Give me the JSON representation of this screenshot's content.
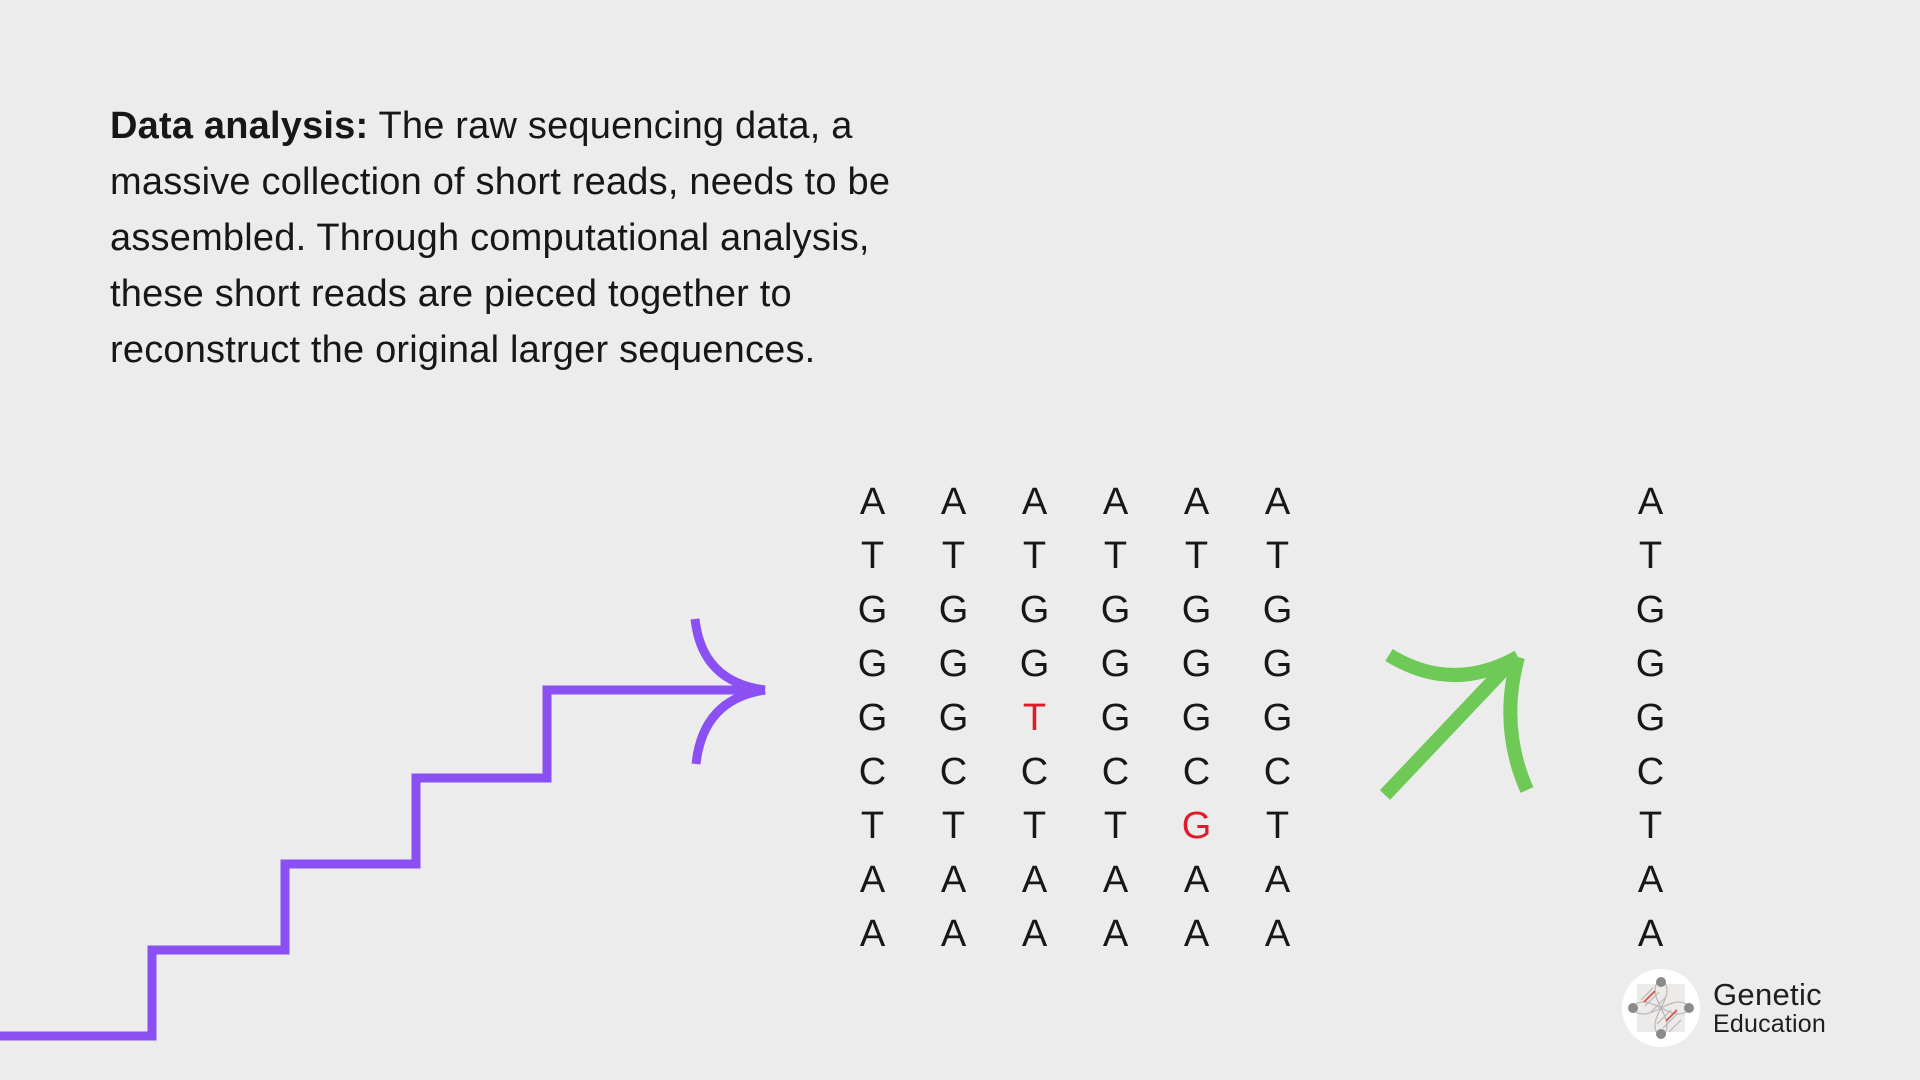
{
  "colors": {
    "background": "#edecec",
    "ink": "#171717",
    "purple": "#8a50f3",
    "green": "#6ec957",
    "red": "#de1b2a",
    "logo_gray": "#8a8a8a"
  },
  "paragraph": {
    "heading": "Data analysis:",
    "lines": [
      " The raw sequencing data, a",
      "massive collection of short reads, needs to be",
      "assembled. Through computational analysis,",
      "these short reads are pieced together to",
      "reconstruct the original larger sequences."
    ]
  },
  "reads_grid": {
    "columns": [
      [
        "A",
        "T",
        "G",
        "G",
        "G",
        "C",
        "T",
        "A",
        "A"
      ],
      [
        "A",
        "T",
        "G",
        "G",
        "G",
        "C",
        "T",
        "A",
        "A"
      ],
      [
        "A",
        "T",
        "G",
        "G",
        "T",
        "C",
        "T",
        "A",
        "A"
      ],
      [
        "A",
        "T",
        "G",
        "G",
        "G",
        "C",
        "T",
        "A",
        "A"
      ],
      [
        "A",
        "T",
        "G",
        "G",
        "G",
        "C",
        "G",
        "A",
        "A"
      ],
      [
        "A",
        "T",
        "G",
        "G",
        "G",
        "C",
        "T",
        "A",
        "A"
      ]
    ],
    "highlights": [
      {
        "col": 2,
        "row": 4
      },
      {
        "col": 4,
        "row": 6
      }
    ]
  },
  "consensus": {
    "letters": [
      "A",
      "T",
      "G",
      "G",
      "G",
      "C",
      "T",
      "A",
      "A"
    ]
  },
  "logo": {
    "name_line1": "Genetic",
    "name_line2": "Education"
  }
}
